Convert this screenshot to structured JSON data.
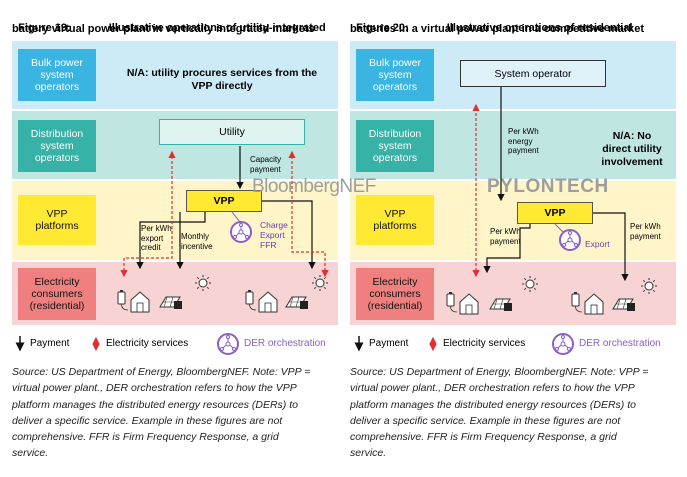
{
  "watermark": {
    "bloomberg": "BloombergNEF",
    "pylon": "PYLONTECH"
  },
  "fig19": {
    "title_line1_a": "Figure 19:",
    "title_line1_b": "Illustrative operations of utility-integrated",
    "title_line2": "battery virtual power plant in vertically integrated markets",
    "rows": {
      "bulk": "Bulk power\nsystem\noperators",
      "distribution": "Distribution\nsystem\noperators",
      "vpp": "VPP\nplatforms",
      "consumers": "Electricity\nconsumers\n(residential)"
    },
    "na_text": "N/A: utility procures services from the\nVPP directly",
    "utility": "Utility",
    "vpp": "VPP",
    "capacity_payment": "Capacity\npayment",
    "per_kwh_export": "Per kWh\nexport\ncredit",
    "monthly_incentive": "Monthly\nincentive",
    "services": "Charge\nExport\nFFR",
    "legend": {
      "payment": "Payment",
      "services": "Electricity services",
      "der": "DER orchestration"
    },
    "source": "Source: US Department of Energy, BloombergNEF. Note: VPP =\nvirtual power plant., DER orchestration refers to how the VPP\nplatform manages the distributed energy resources (DERs) to\ndeliver a specific service. Example in these figures are not\ncomprehensive. FFR is Firm Frequency Response, a grid\nservice."
  },
  "fig20": {
    "title_line1_a": "Figure 20:",
    "title_line1_b": "Illustrative operations of residential",
    "title_line2": "batteries in a virtual power plant in a competitive market",
    "rows": {
      "bulk": "Bulk power\nsystem\noperators",
      "distribution": "Distribution\nsystem\noperators",
      "vpp": "VPP\nplatforms",
      "consumers": "Electricity\nconsumers\n(residential)"
    },
    "system_operator": "System operator",
    "energy_payment": "Per kWh\nenergy\npayment",
    "na_text": "N/A: No\ndirect utility\ninvolvement",
    "vpp": "VPP",
    "per_kwh_left": "Per kWh\npayment",
    "per_kwh_right": "Per kWh\npayment",
    "services": "Export",
    "legend": {
      "payment": "Payment",
      "services": "Electricity services",
      "der": "DER orchestration"
    },
    "source": "Source: US Department of Energy, BloombergNEF. Note: VPP =\nvirtual power plant., DER orchestration refers to how the VPP\nplatform manages the distributed energy resources (DERs) to\ndeliver a specific service. Example in these figures are not\ncomprehensive. FFR is Firm Frequency Response, a grid\nservice."
  },
  "colors": {
    "bulk_band": "#ccebf7",
    "bulk_box": "#3ab4e0",
    "dist_band": "#bfe6e1",
    "dist_box": "#36b3a6",
    "vpp_band": "#fff5c9",
    "vpp_box": "#ffe933",
    "cons_band": "#f7d3d3",
    "cons_box": "#f08080",
    "der": "#8a5fc7",
    "services_arrow": "#e03030"
  }
}
